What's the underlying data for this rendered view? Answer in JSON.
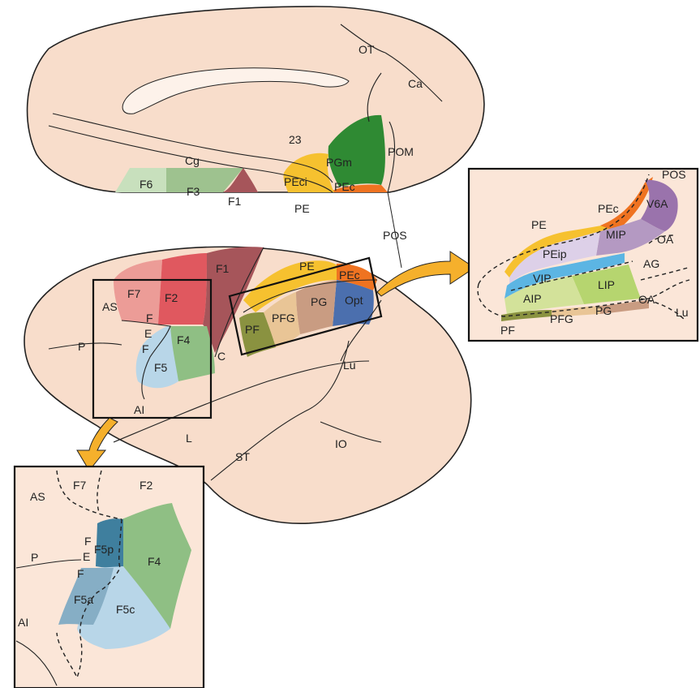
{
  "colors": {
    "background": "#ffffff",
    "brain": "#f8ddcb",
    "F1": "#a6555a",
    "F2": "#e0585f",
    "F7": "#ec9c97",
    "F3": "#9ec28f",
    "F6": "#c8e0bd",
    "F4": "#8fbf84",
    "F5": "#b8d6e8",
    "F5p": "#3f7f9e",
    "F5a": "#86aec5",
    "F5c": "#b8d6e8",
    "PGm": "#2f8a33",
    "PEc": "#ef7321",
    "PE": "#f6c12f",
    "PEci": "#f6c12f",
    "PF": "#8a9240",
    "PFG": "#e9c596",
    "PG": "#c99c82",
    "Opt": "#4b6fae",
    "V6A": "#9a73ac",
    "MIP": "#b499c2",
    "PEip": "#ddd0e8",
    "VIP": "#5cb5e3",
    "LIP": "#b6d56f",
    "AIP": "#d3e29a",
    "arrow": "#f5b02c"
  },
  "icons": {
    "arrow_to_parietal_inset": "curved-arrow-icon",
    "arrow_to_frontal_inset": "curved-arrow-icon"
  },
  "medial_view": {
    "sulci": [
      "OT",
      "Ca",
      "POM",
      "Cg",
      "23"
    ],
    "areas": [
      "F6",
      "F3",
      "F1",
      "PEci",
      "PE",
      "PGm",
      "PEc"
    ]
  },
  "pos_label": "POS",
  "lateral_view": {
    "sulci": [
      "AS",
      "P",
      "C",
      "AI",
      "L",
      "ST",
      "Lu",
      "IO"
    ],
    "fef_letters": [
      "F",
      "E",
      "F"
    ],
    "areas": [
      "F7",
      "F2",
      "F1",
      "F4",
      "F5",
      "PE",
      "PEc",
      "Opt",
      "PG",
      "PFG",
      "PF"
    ]
  },
  "parietal_inset": {
    "sulci": [
      "POS",
      "OA",
      "AG",
      "OA",
      "Lu"
    ],
    "areas": [
      "PEc",
      "V6A",
      "PE",
      "MIP",
      "PEip",
      "VIP",
      "LIP",
      "AIP",
      "PF",
      "PFG",
      "PG"
    ]
  },
  "frontal_inset": {
    "sulci": [
      "AS",
      "P",
      "AI"
    ],
    "fef_letters": [
      "F",
      "E",
      "F"
    ],
    "areas": [
      "F7",
      "F2",
      "F5p",
      "F4",
      "F5a",
      "F5c"
    ]
  }
}
